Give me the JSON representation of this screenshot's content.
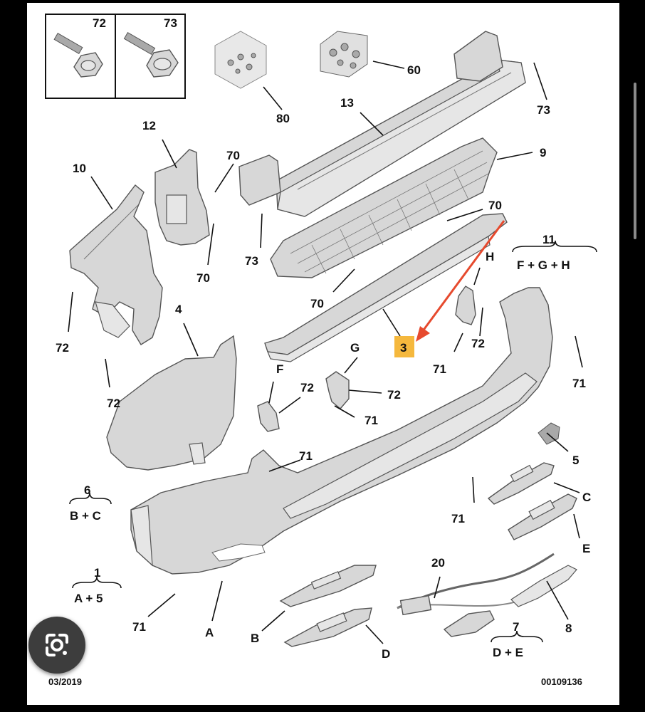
{
  "diagram": {
    "date_code": "03/2019",
    "ref_code": "00109136",
    "callouts": [
      "72",
      "73",
      "80",
      "60",
      "13",
      "73",
      "12",
      "70",
      "10",
      "9",
      "70",
      "73",
      "70",
      "70",
      "11",
      "F + G + H",
      "H",
      "3",
      "4",
      "72",
      "71",
      "72",
      "G",
      "F",
      "72",
      "72",
      "71",
      "71",
      "72",
      "71",
      "5",
      "6",
      "B + C",
      "C",
      "71",
      "E",
      "1",
      "A + 5",
      "20",
      "71",
      "A",
      "B",
      "D",
      "7",
      "D + E",
      "8"
    ]
  },
  "ui": {
    "lens_icon": "google-lens-icon",
    "scrollbar": "scrollbar"
  },
  "colors": {
    "arrow": "#e64a2e",
    "highlight": "#f5b83d",
    "part_fill": "#d7d7d7"
  }
}
